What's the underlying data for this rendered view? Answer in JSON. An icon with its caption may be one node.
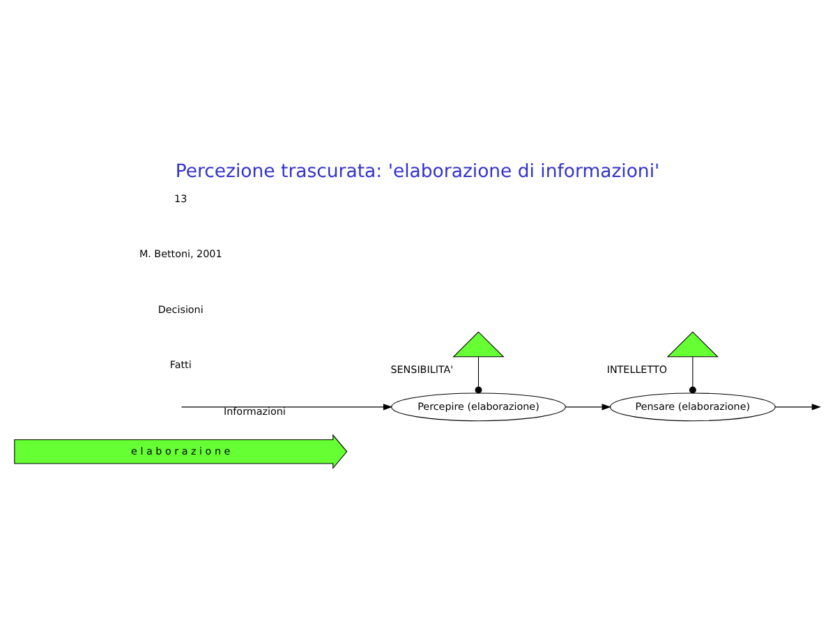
{
  "diagram": {
    "title": "Percezione trascurata: 'elaborazione di informazioni'",
    "nodes": [
      {
        "text": [
          "e l a b o r a z i o n e"
        ]
      },
      {
        "text": [
          "Percepire (elaborazione)"
        ]
      },
      {
        "text": [
          "Pensare (elaborazione)"
        ]
      },
      {
        "text": [],
        "shape": "triangle",
        "beside": [
          "SENSIBILITA'"
        ]
      },
      {
        "text": [],
        "shape": "triangle",
        "beside": [
          "INTELLETTO"
        ]
      }
    ],
    "edges": [
      {
        "from": null,
        "to": 1,
        "arrow": "to",
        "label": "Informazioni"
      },
      {
        "from": 1,
        "to": 2,
        "arrow": "to"
      },
      {
        "from": 2,
        "to": null,
        "arrow": "to"
      },
      {
        "from": 3,
        "to": 1,
        "arrow": "other"
      },
      {
        "from": 4,
        "to": 2,
        "arrow": "other"
      }
    ],
    "labels": [
      "Fatti",
      "Decisioni",
      "M. Bettoni, 2001",
      "13"
    ]
  }
}
